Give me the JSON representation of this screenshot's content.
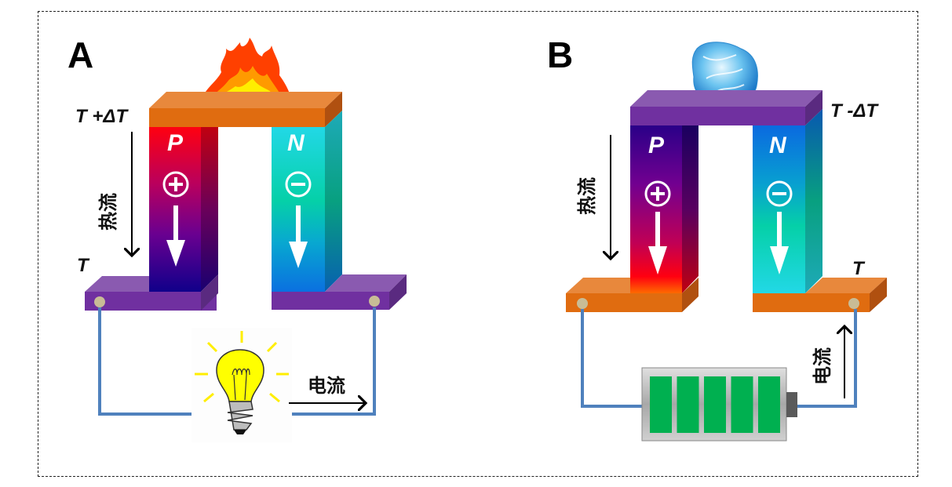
{
  "panels": {
    "a": {
      "letter": "A",
      "mode": "power-generation",
      "heat_source": "flame-icon",
      "hot_side_label": "T +ΔT",
      "cold_side_label": "T",
      "heat_flow_label": "热流",
      "current_label": "电流",
      "p_leg": {
        "letter": "P",
        "carrier_symbol": "+"
      },
      "n_leg": {
        "letter": "N",
        "carrier_symbol": "−"
      },
      "load": "light-bulb-icon"
    },
    "b": {
      "letter": "B",
      "mode": "refrigeration",
      "heat_source": "ice-cube-icon",
      "cold_side_label": "T -ΔT",
      "hot_side_label": "T",
      "heat_flow_label": "热流",
      "current_label": "电流",
      "p_leg": {
        "letter": "P",
        "carrier_symbol": "+"
      },
      "n_leg": {
        "letter": "N",
        "carrier_symbol": "−"
      },
      "source": "battery-icon",
      "battery_cells": 5
    }
  },
  "colors": {
    "copper_orange": "#e07010",
    "plate_purple": "#7030a0",
    "wire_blue": "#4f81bd",
    "battery_green": "#00b050",
    "bulb_yellow": "#ffff00"
  }
}
